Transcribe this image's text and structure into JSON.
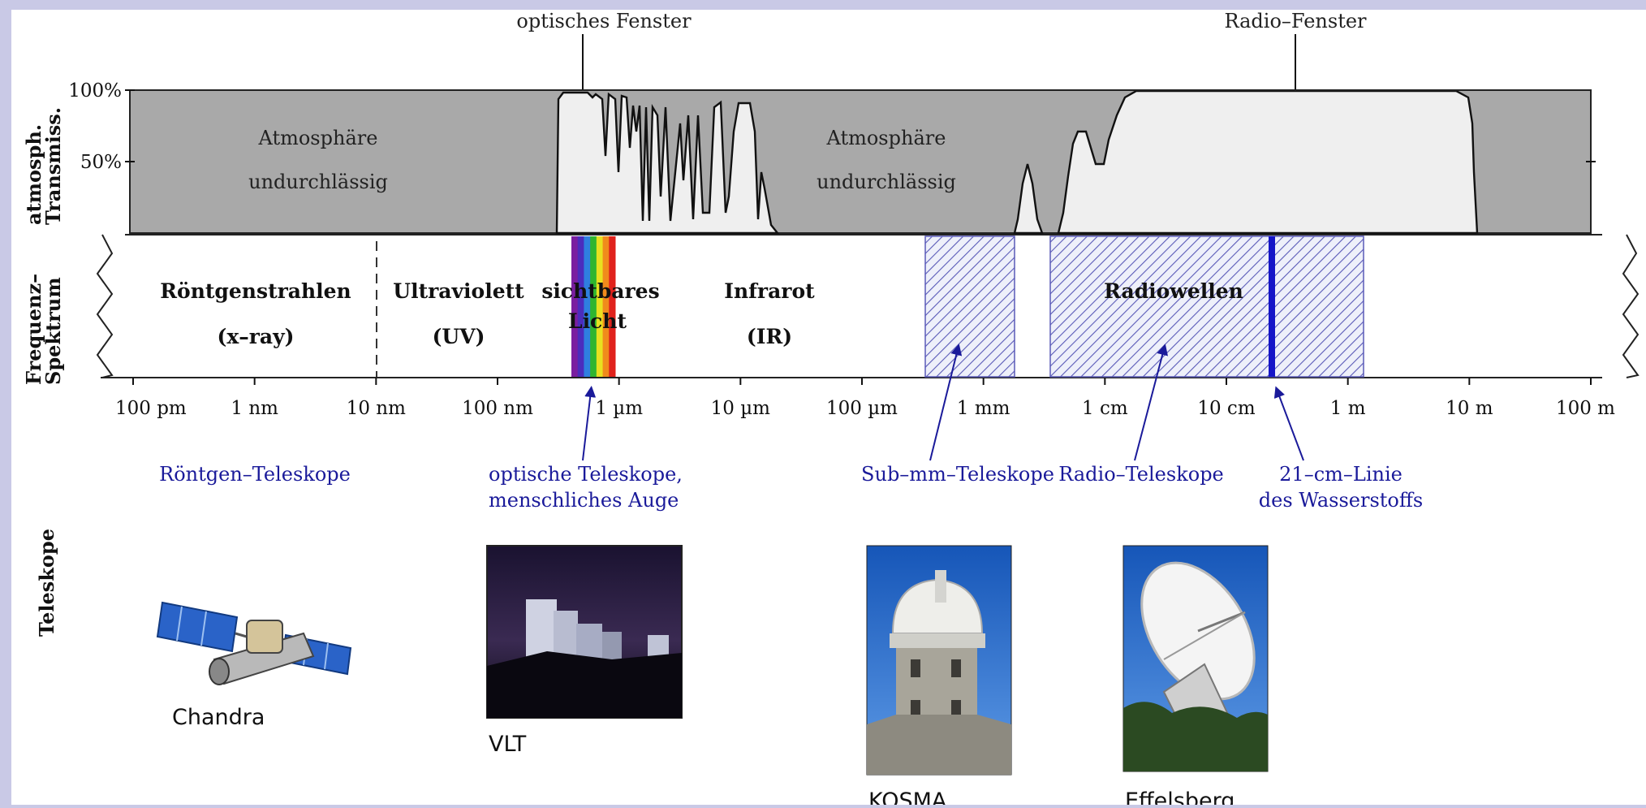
{
  "window_labels": {
    "optical": "optisches Fenster",
    "radio": "Radio–Fenster"
  },
  "transmission": {
    "axis_title_line1": "atmosph.",
    "axis_title_line2": "Transmiss.",
    "tick_100": "100%",
    "tick_50": "50%",
    "opaque_left": [
      "Atmosphäre",
      "undurchlässig"
    ],
    "opaque_middle": [
      "Atmosphäre",
      "undurchlässig"
    ]
  },
  "spectrum": {
    "axis_title_line1": "Frequenz–",
    "axis_title_line2": "Spektrum",
    "bands": [
      {
        "name": "Röntgenstrahlen",
        "sub": "(x–ray)"
      },
      {
        "name": "Ultraviolett",
        "sub": "(UV)"
      },
      {
        "name": "sichtbares",
        "sub": "Licht"
      },
      {
        "name": "Infrarot",
        "sub": "(IR)"
      },
      {
        "name": "Radiowellen",
        "sub": ""
      }
    ],
    "rainbow_colors": [
      "#7a1fa0",
      "#4b2dbd",
      "#2f7fe0",
      "#2fb52f",
      "#e8e020",
      "#f08a1c",
      "#e0221c"
    ],
    "hatch_color": "#5a5ab8",
    "line_21cm_color": "#1515c8"
  },
  "wavelength_axis": [
    "100 pm",
    "1 nm",
    "10 nm",
    "100 nm",
    "1 µm",
    "10 µm",
    "100 µm",
    "1 mm",
    "1 cm",
    "10 cm",
    "1 m",
    "10 m",
    "100 m"
  ],
  "telescope_types": {
    "xray": [
      "Röntgen–Teleskope"
    ],
    "optical": [
      "optische Teleskope,",
      "menschliches Auge"
    ],
    "submm": [
      "Sub–mm–Teleskope"
    ],
    "radio": [
      "Radio–Teleskope"
    ],
    "line21": [
      "21–cm–Linie",
      "des Wasserstoffs"
    ]
  },
  "telescopes_section_title": "Teleskope",
  "telescopes": [
    {
      "name": "Chandra",
      "icon": "satellite-icon"
    },
    {
      "name": "VLT",
      "icon": "observatory-night-photo"
    },
    {
      "name": "KOSMA",
      "icon": "dome-tower-photo"
    },
    {
      "name": "Effelsberg",
      "icon": "radio-dish-photo"
    }
  ]
}
